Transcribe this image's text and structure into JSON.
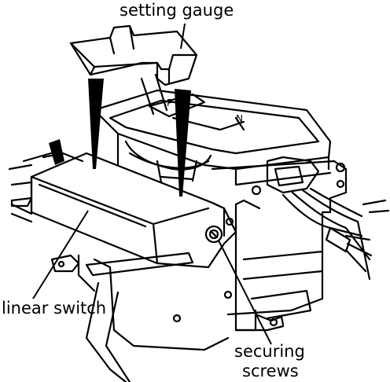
{
  "labels": {
    "setting_gauge": "setting  gauge",
    "linear_switch": "linear switch",
    "securing_line1": "securing",
    "securing_line2": "screws"
  },
  "colors": {
    "ink": "#000000",
    "paper": "#ffffff"
  },
  "icons": [
    "setting-gauge",
    "gear-selector-housing",
    "linear-switch-box",
    "securing-screw",
    "wire-harness"
  ]
}
